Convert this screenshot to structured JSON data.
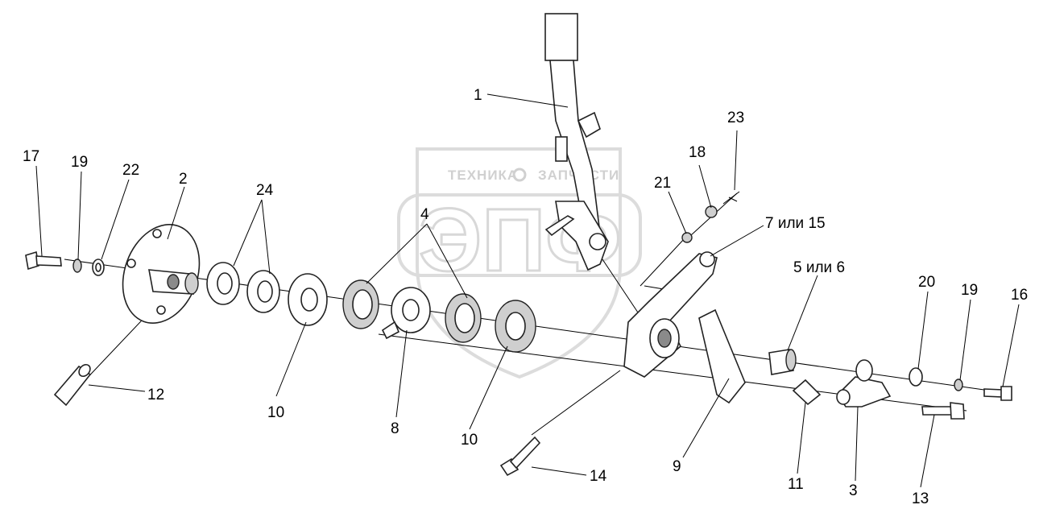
{
  "watermark": {
    "company": "ТЕХНИКА",
    "parts": "ЗАПЧАСТИ",
    "logo": "ЭПФ"
  },
  "callouts": [
    {
      "id": "c1",
      "text": "1"
    },
    {
      "id": "c2",
      "text": "2"
    },
    {
      "id": "c3",
      "text": "3"
    },
    {
      "id": "c4",
      "text": "4"
    },
    {
      "id": "c5",
      "text": "5 или 6"
    },
    {
      "id": "c7",
      "text": "7 или 15"
    },
    {
      "id": "c8",
      "text": "8"
    },
    {
      "id": "c9",
      "text": "9"
    },
    {
      "id": "c10a",
      "text": "10"
    },
    {
      "id": "c10b",
      "text": "10"
    },
    {
      "id": "c11",
      "text": "11"
    },
    {
      "id": "c12",
      "text": "12"
    },
    {
      "id": "c13",
      "text": "13"
    },
    {
      "id": "c14",
      "text": "14"
    },
    {
      "id": "c16",
      "text": "16"
    },
    {
      "id": "c17",
      "text": "17"
    },
    {
      "id": "c18",
      "text": "18"
    },
    {
      "id": "c19a",
      "text": "19"
    },
    {
      "id": "c19b",
      "text": "19"
    },
    {
      "id": "c20",
      "text": "20"
    },
    {
      "id": "c21",
      "text": "21"
    },
    {
      "id": "c22",
      "text": "22"
    },
    {
      "id": "c23",
      "text": "23"
    },
    {
      "id": "c24",
      "text": "24"
    }
  ]
}
